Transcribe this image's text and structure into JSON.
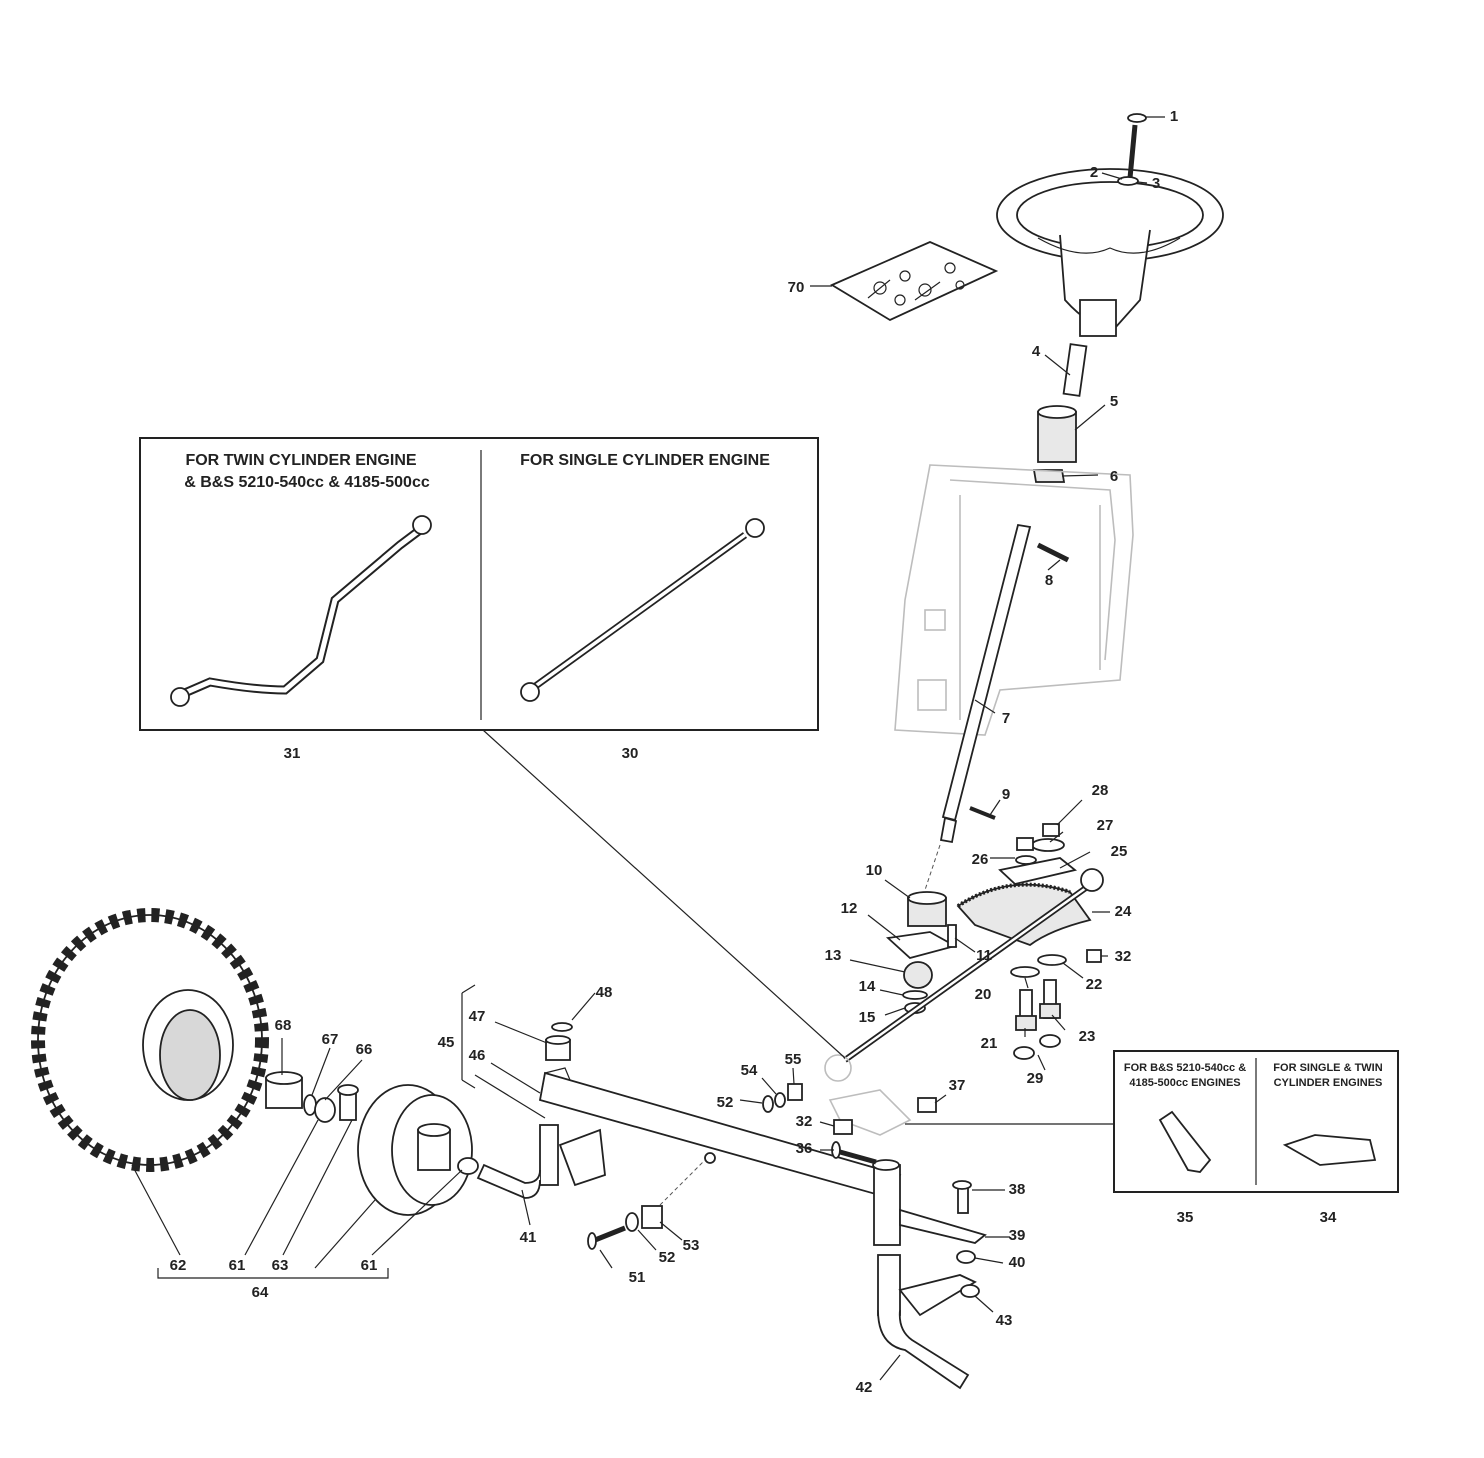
{
  "boxes": {
    "tie_rod": {
      "left_header_line1": "FOR TWIN CYLINDER ENGINE",
      "left_header_line2": "& B&S 5210-540cc & 4185-500cc",
      "right_header": "FOR SINGLE CYLINDER ENGINE",
      "left_part": "31",
      "right_part": "30"
    },
    "bracket": {
      "left_header_line1": "FOR B&S 5210-540cc &",
      "left_header_line2": "4185-500cc ENGINES",
      "right_header_line1": "FOR SINGLE & TWIN",
      "right_header_line2": "CYLINDER ENGINES",
      "left_part": "35",
      "right_part": "34"
    }
  },
  "callouts": {
    "c1": "1",
    "c2": "2",
    "c3": "3",
    "c4": "4",
    "c5": "5",
    "c6": "6",
    "c7": "7",
    "c8": "8",
    "c9": "9",
    "c10": "10",
    "c11": "11",
    "c12": "12",
    "c13": "13",
    "c14": "14",
    "c15": "15",
    "c20": "20",
    "c21": "21",
    "c22": "22",
    "c23": "23",
    "c24": "24",
    "c25": "25",
    "c26": "26",
    "c27": "27",
    "c28": "28",
    "c29": "29",
    "c32a": "32",
    "c32b": "32",
    "c36": "36",
    "c37": "37",
    "c38": "38",
    "c39": "39",
    "c40": "40",
    "c41": "41",
    "c42": "42",
    "c43": "43",
    "c45": "45",
    "c46": "46",
    "c47": "47",
    "c48": "48",
    "c51": "51",
    "c52a": "52",
    "c52b": "52",
    "c53": "53",
    "c54": "54",
    "c55": "55",
    "c61a": "61",
    "c61b": "61",
    "c62": "62",
    "c63": "63",
    "c64": "64",
    "c66": "66",
    "c67": "67",
    "c68": "68",
    "c70": "70"
  }
}
